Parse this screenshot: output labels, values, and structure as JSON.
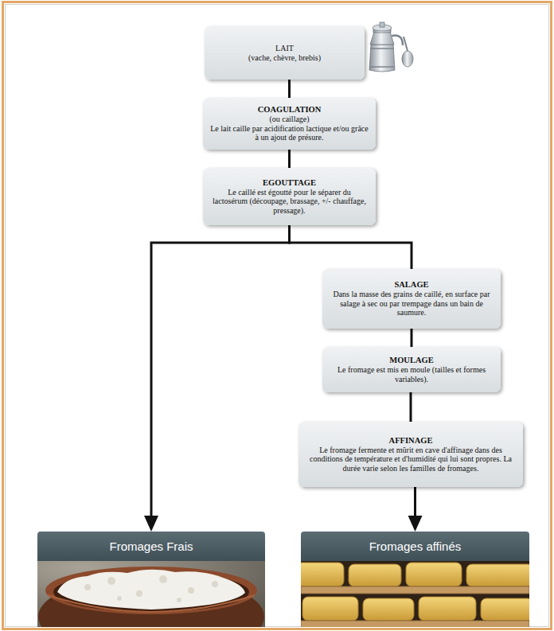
{
  "diagram": {
    "nodes": [
      {
        "text": [
          "LAIT",
          "(vache, chèvre, brebis)"
        ]
      },
      {
        "text": [
          "COAGULATION",
          "(ou caillage)",
          "Le lait caille par acidification lactique et/ou grâce à un ajout de présure."
        ]
      },
      {
        "text": [
          "EGOUTTAGE",
          "Le caillé est égoutté pour le séparer du lactosérum (découpage, brassage, +/- chauffage, pressage)."
        ]
      },
      {
        "text": [
          "SALAGE",
          "Dans la masse des grains de caillé, en surface par salage à sec ou par trempage dans un bain de saumure."
        ]
      },
      {
        "text": [
          "MOULAGE",
          "Le fromage est mis en moule (tailles et formes variables)."
        ]
      },
      {
        "text": [
          "AFFINAGE",
          "Le fromage fermente et mûrit en cave d'affinage dans des conditions de température et d'humidité qui lui sont propres. La durée varie selon les familles de fromages."
        ]
      },
      {
        "text": [
          "Fromages Frais"
        ]
      },
      {
        "text": [
          "Fromages affinés"
        ]
      }
    ],
    "edges": [
      {
        "from": 0,
        "to": 1,
        "arrow": "none"
      },
      {
        "from": 1,
        "to": 2,
        "arrow": "none"
      },
      {
        "from": 2,
        "to": 6,
        "arrow": "to"
      },
      {
        "from": 2,
        "to": 3,
        "arrow": "none"
      },
      {
        "from": 3,
        "to": 4,
        "arrow": "none"
      },
      {
        "from": 4,
        "to": 5,
        "arrow": "none"
      },
      {
        "from": 5,
        "to": 7,
        "arrow": "to"
      }
    ]
  }
}
